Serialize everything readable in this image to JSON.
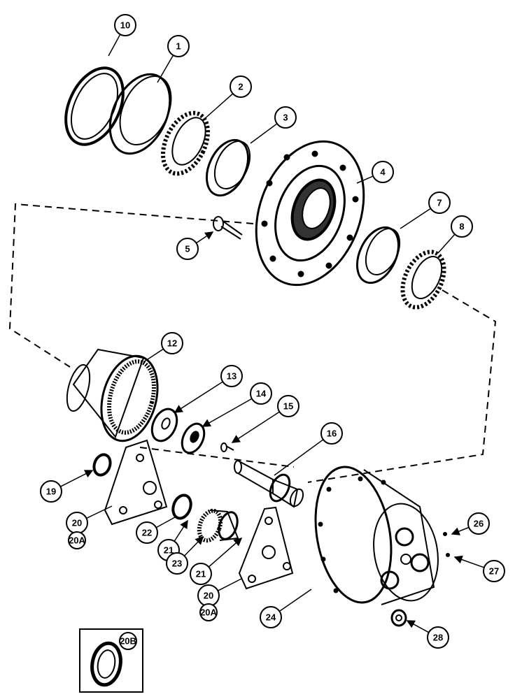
{
  "diagram": {
    "ink_color": "#000000",
    "paper_color": "#ffffff",
    "callouts": [
      "10",
      "1",
      "2",
      "3",
      "4",
      "5",
      "7",
      "8",
      "12",
      "13",
      "14",
      "15",
      "16",
      "19",
      "20",
      "20A",
      "22",
      "21",
      "23",
      "21",
      "20",
      "20A",
      "24",
      "26",
      "27",
      "28",
      "20B"
    ]
  }
}
